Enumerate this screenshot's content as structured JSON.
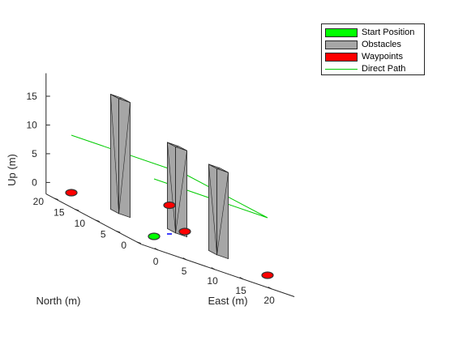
{
  "chart_data": {
    "type": "3d-scatter-bar",
    "title": "",
    "xlabel": "East (m)",
    "ylabel": "North (m)",
    "zlabel": "Up (m)",
    "xlim": [
      -3,
      24
    ],
    "ylim": [
      -1,
      22
    ],
    "zlim": [
      -2,
      19
    ],
    "xticks": [
      "0",
      "5",
      "10",
      "15",
      "20"
    ],
    "yticks": [
      "0",
      "5",
      "10",
      "15",
      "20"
    ],
    "zticks": [
      "0",
      "5",
      "10",
      "15"
    ],
    "grid": false,
    "legend_position": "top-right",
    "series": [
      {
        "name": "Start Position",
        "kind": "marker",
        "color": "#00ff00",
        "points": [
          [
            0,
            0,
            0
          ]
        ]
      },
      {
        "name": "Obstacles",
        "kind": "box",
        "color": "#a6a6a6",
        "boxes": [
          {
            "center": [
              5,
              15
            ],
            "size": 2,
            "zmin": 0,
            "zmax": 20
          },
          {
            "center": [
              15,
              15
            ],
            "size": 2,
            "zmin": 0,
            "zmax": 15
          },
          {
            "center": [
              15,
              5
            ],
            "size": 2,
            "zmin": 0,
            "zmax": 15
          }
        ]
      },
      {
        "name": "Waypoints",
        "kind": "marker",
        "color": "#ff0000",
        "points": [
          [
            20,
            0,
            0
          ],
          [
            20,
            20,
            0
          ],
          [
            0,
            20,
            0
          ],
          [
            10,
            10,
            5
          ]
        ]
      },
      {
        "name": "Direct Path",
        "kind": "line",
        "color": "#00cc00",
        "points": [
          [
            0,
            20,
            10
          ],
          [
            20,
            20,
            10
          ],
          [
            20,
            0,
            10
          ],
          [
            0,
            0,
            10
          ]
        ]
      }
    ],
    "extra_markers": [
      {
        "point": [
          10,
          10,
          0
        ],
        "color": "#0000ff"
      }
    ]
  }
}
